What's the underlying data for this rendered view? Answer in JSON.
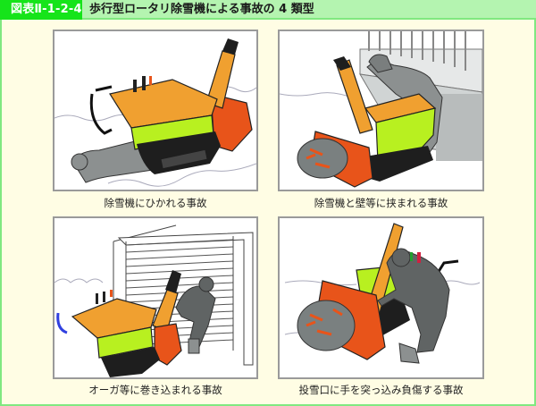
{
  "header": {
    "figure_label": "図表Ⅱ-1-2-4",
    "title": "歩行型ロータリ除雪機による事故の 4 類型"
  },
  "colors": {
    "header_label_bg": "#16e41a",
    "header_bar_bg": "#b4f4b0",
    "frame_border": "#80e880",
    "frame_bg": "#fffde4",
    "panel_border": "#9a9a9a",
    "machine_orange": "#f0a030",
    "machine_green": "#b8f020",
    "auger_red": "#e8541a",
    "person_gray": "#8c9090",
    "track_black": "#1e1e1e"
  },
  "panels": [
    {
      "caption": "除雪機にひかれる事故",
      "scene": "snowblower-runs-over-person"
    },
    {
      "caption": "除雪機と壁等に挟まれる事故",
      "scene": "person-pinned-between-snowblower-and-wall"
    },
    {
      "caption": "オーガ等に巻き込まれる事故",
      "scene": "person-caught-in-auger"
    },
    {
      "caption": "投雪口に手を突っ込み負傷する事故",
      "scene": "hand-injured-in-discharge-chute"
    }
  ]
}
